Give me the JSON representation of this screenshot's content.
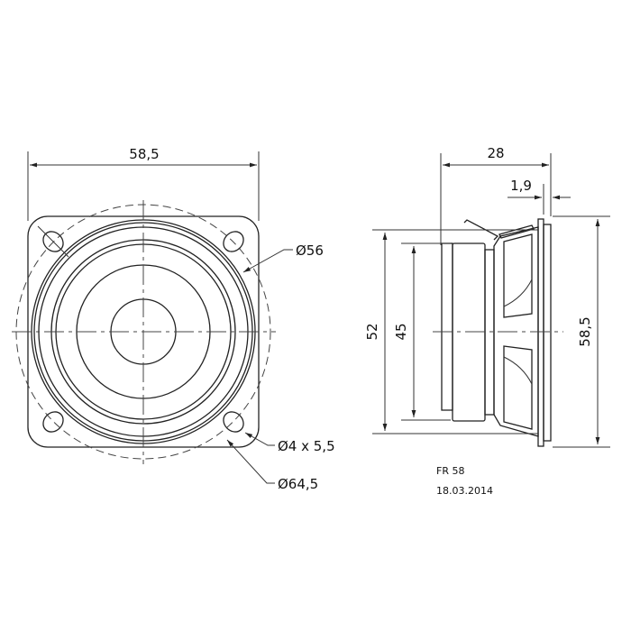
{
  "drawing": {
    "model": "FR 58",
    "date": "18.03.2014",
    "front_view": {
      "width_label": "58,5",
      "baffle_diameter_label": "Ø56",
      "hole_label": "Ø4 x 5,5",
      "hole_circle_label": "Ø64,5"
    },
    "side_view": {
      "depth_label": "28",
      "flange_thickness_label": "1,9",
      "magnet_outer_label": "52",
      "magnet_inner_label": "45",
      "height_label": "58,5"
    }
  },
  "colors": {
    "line": "#222222",
    "background": "#ffffff"
  }
}
